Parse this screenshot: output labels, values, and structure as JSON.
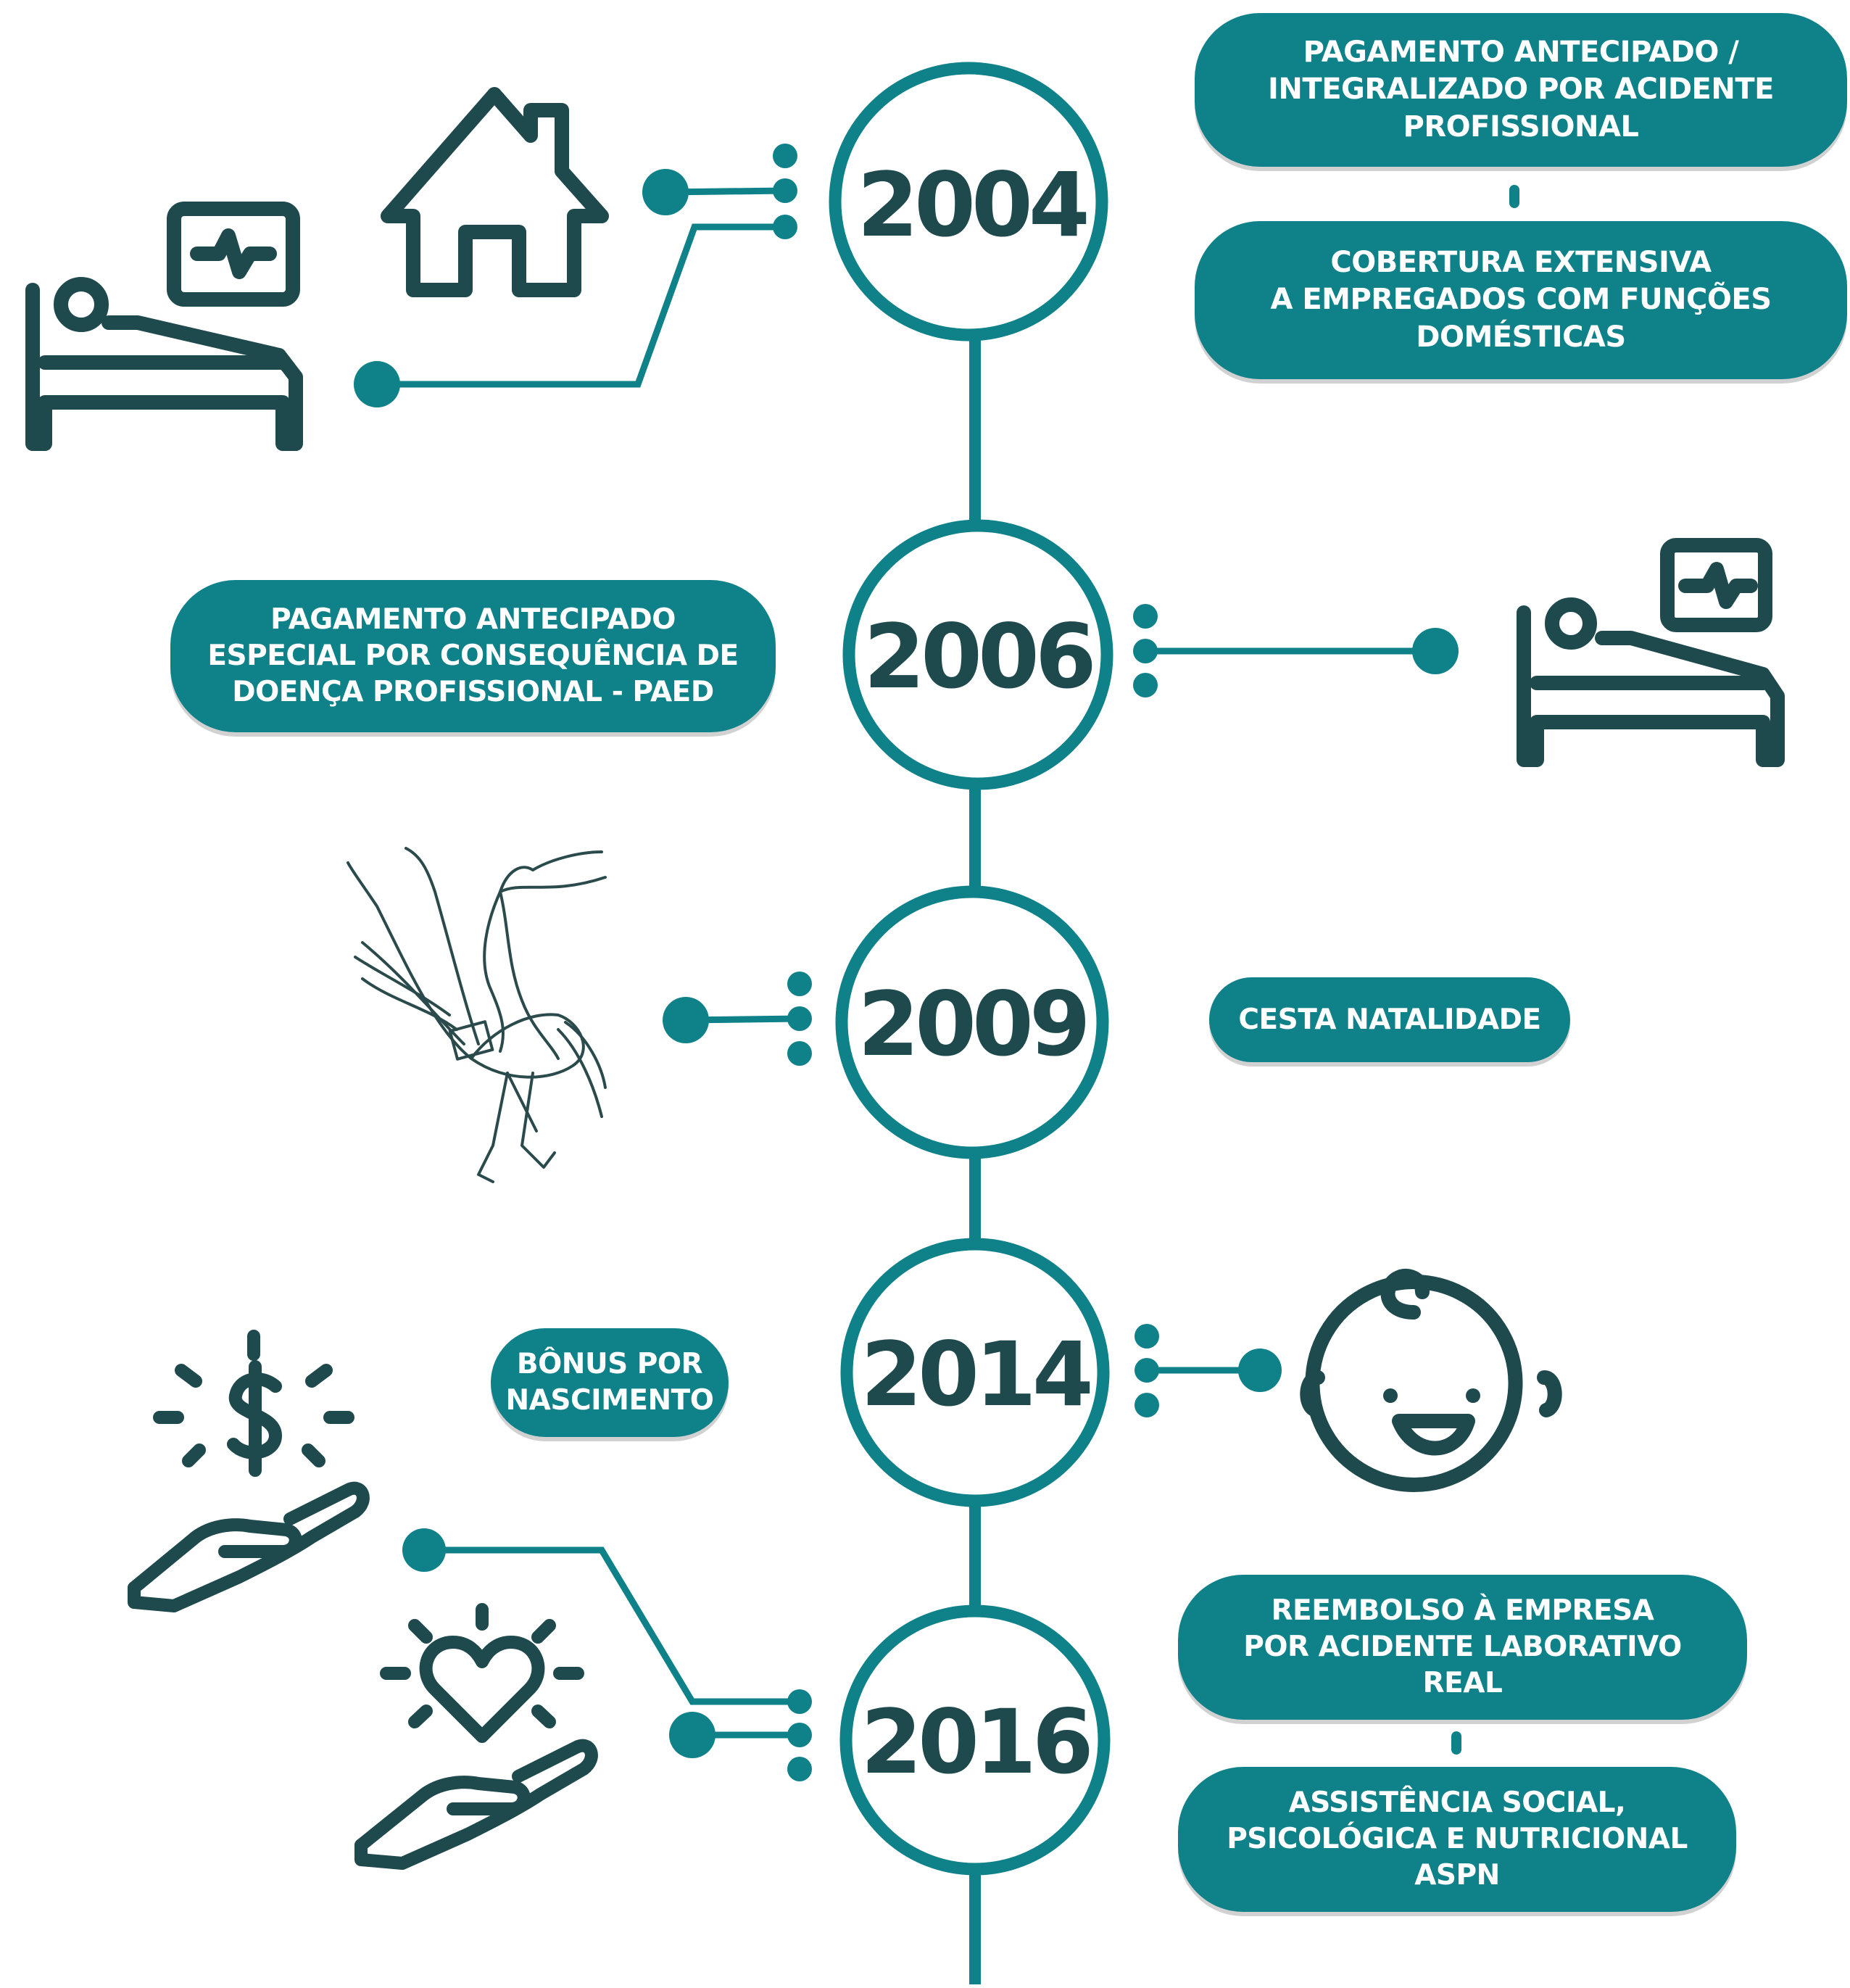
{
  "colors": {
    "teal": "#0e8189",
    "dark": "#1f4a4d",
    "white": "#ffffff"
  },
  "timeline": [
    {
      "year": "2004",
      "items": [
        "PAGAMENTO ANTECIPADO /\nINTEGRALIZADO POR ACIDENTE\nPROFISSIONAL",
        "COBERTURA EXTENSIVA\nA EMPREGADOS COM FUNÇÕES\nDOMÉSTICAS"
      ],
      "icons": [
        "house-icon",
        "hospital-bed-icon"
      ]
    },
    {
      "year": "2006",
      "items": [
        "PAGAMENTO ANTECIPADO\nESPECIAL POR CONSEQUÊNCIA DE\nDOENÇA PROFISSIONAL - PAED"
      ],
      "icons": [
        "hospital-bed-icon"
      ]
    },
    {
      "year": "2009",
      "items": [
        "CESTA NATALIDADE"
      ],
      "icons": [
        "stork-icon"
      ]
    },
    {
      "year": "2014",
      "items": [
        "BÔNUS POR\nNASCIMENTO"
      ],
      "icons": [
        "baby-face-icon",
        "money-hand-icon"
      ]
    },
    {
      "year": "2016",
      "items": [
        "REEMBOLSO À EMPRESA\nPOR ACIDENTE LABORATIVO\nREAL",
        "ASSISTÊNCIA SOCIAL,\nPSICOLÓGICA E NUTRICIONAL\nASPN"
      ],
      "icons": [
        "heart-hand-icon"
      ]
    }
  ]
}
